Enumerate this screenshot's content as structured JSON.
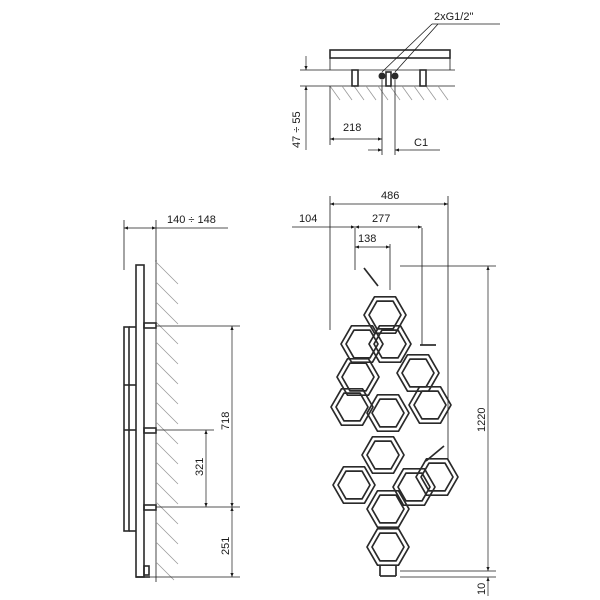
{
  "labels": {
    "connection": "2xG1/2\"",
    "offset_range": "47 ÷ 55",
    "spacing_218": "218",
    "c1": "C1",
    "depth_range": "140 ÷ 148",
    "width_total": "486",
    "left_offset": "104",
    "width_277": "277",
    "width_138": "138",
    "height_718": "718",
    "height_321": "321",
    "height_251": "251",
    "height_total": "1220",
    "bottom_gap": "10"
  }
}
